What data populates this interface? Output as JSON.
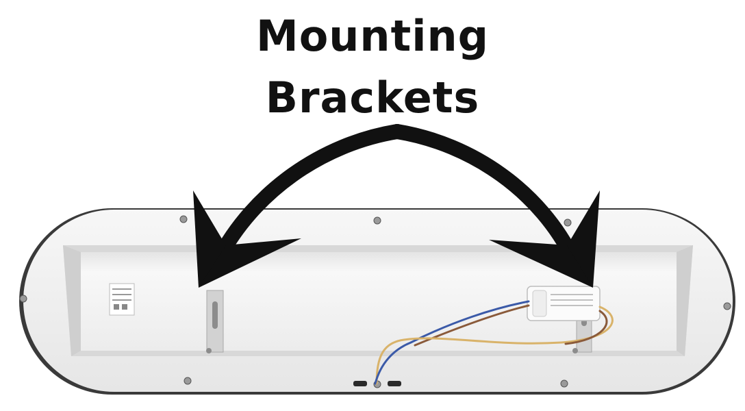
{
  "caption": {
    "line1": "Mounting",
    "line2": "Brackets"
  },
  "colors": {
    "arrow": "#111111",
    "fixture_body": "#f2f2f2",
    "fixture_rim": "#3a3a3a",
    "wire_blue": "#3b5aa8",
    "wire_brown": "#8a5a3a",
    "wire_yellow": "#d9b36a"
  },
  "icons": {
    "arrow_left": "curved-arrow-down-left",
    "arrow_right": "curved-arrow-down-right"
  }
}
